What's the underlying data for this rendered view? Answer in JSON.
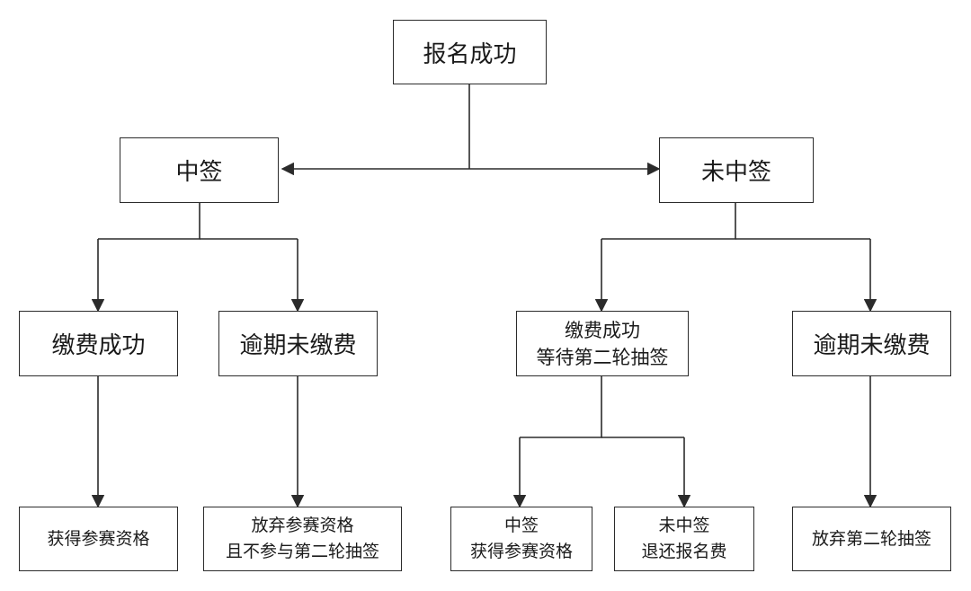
{
  "nodes": {
    "root": "报名成功",
    "win": "中签",
    "lose": "未中签",
    "win_paid": "缴费成功",
    "win_overdue": "逾期未缴费",
    "lose_paid": [
      "缴费成功",
      "等待第二轮抽签"
    ],
    "lose_overdue": "逾期未缴费",
    "result_qualified": "获得参赛资格",
    "result_give_up": [
      "放弃参赛资格",
      "且不参与第二轮抽签"
    ],
    "result_second_win": [
      "中签",
      "获得参赛资格"
    ],
    "result_second_lose": [
      "未中签",
      "退还报名费"
    ],
    "result_give_up_second": "放弃第二轮抽签"
  },
  "colors": {
    "line": "#2b2b2b",
    "border": "#2b2b2b",
    "text": "#1a1a1a"
  }
}
